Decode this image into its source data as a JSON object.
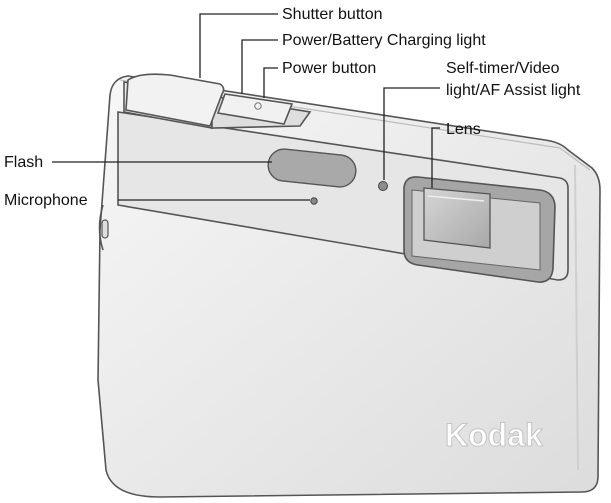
{
  "diagram": {
    "callouts": {
      "shutter_button": "Shutter button",
      "power_battery_light": "Power/Battery Charging light",
      "power_button": "Power button",
      "self_timer_line1": "Self-timer/Video",
      "self_timer_line2": "light/AF Assist light",
      "lens": "Lens",
      "flash": "Flash",
      "microphone": "Microphone"
    },
    "brand_logo": "Kodak"
  },
  "colors": {
    "body": "#eeeeee",
    "panel": "#e3e3e3",
    "outline": "#555555",
    "lens_housing": "#9a9a9a",
    "lens_glass": "#bdbdbd"
  }
}
